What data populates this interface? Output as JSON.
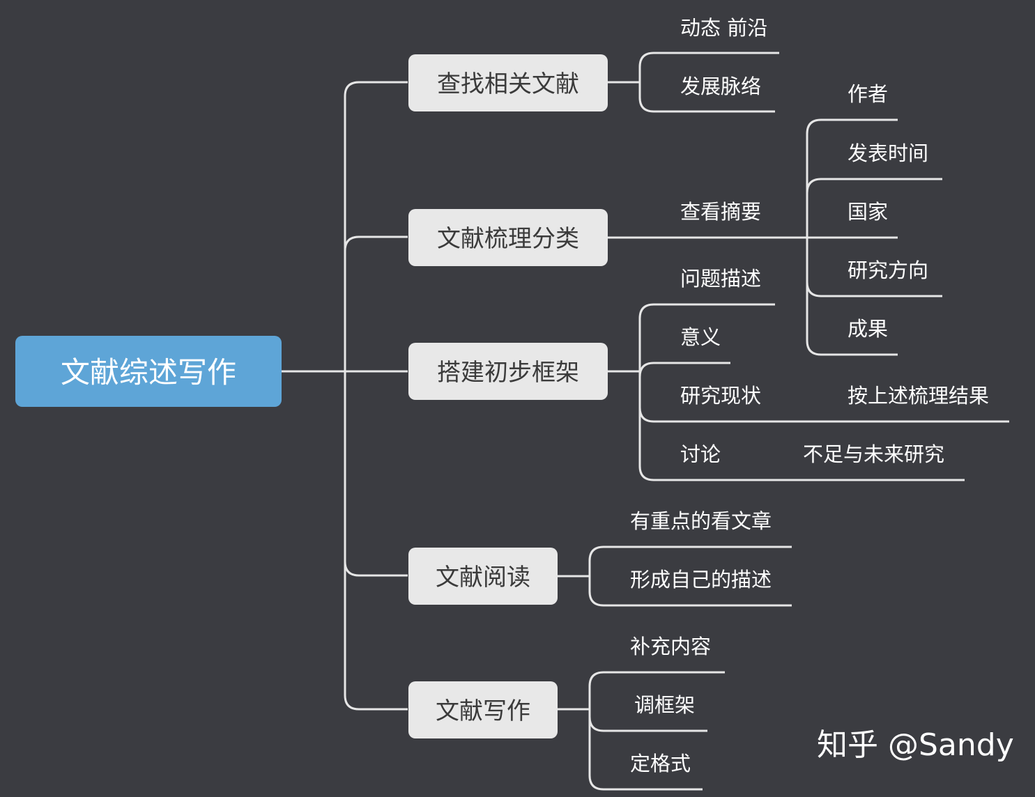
{
  "mindmap": {
    "root": {
      "label": "文献综述写作"
    },
    "branches": [
      {
        "label": "查找相关文献",
        "children": [
          "动态 前沿",
          "发展脉络"
        ]
      },
      {
        "label": "文献梳理分类",
        "child": "查看摘要",
        "subchildren": [
          "作者",
          "发表时间",
          "国家",
          "研究方向",
          "成果"
        ]
      },
      {
        "label": "搭建初步框架",
        "children": [
          "问题描述",
          "意义",
          "研究现状",
          "讨论"
        ],
        "notes": {
          "研究现状": "按上述梳理结果",
          "讨论": "不足与未来研究"
        }
      },
      {
        "label": "文献阅读",
        "children": [
          "有重点的看文章",
          "形成自己的描述"
        ]
      },
      {
        "label": "文献写作",
        "children": [
          "补充内容",
          "调框架",
          "定格式"
        ]
      }
    ]
  },
  "watermark": "知乎 @Sandy",
  "colors": {
    "background": "#3b3c41",
    "root_fill": "#5ea5d7",
    "branch_fill": "#e8e8e8",
    "connector": "#e6e6e6"
  }
}
